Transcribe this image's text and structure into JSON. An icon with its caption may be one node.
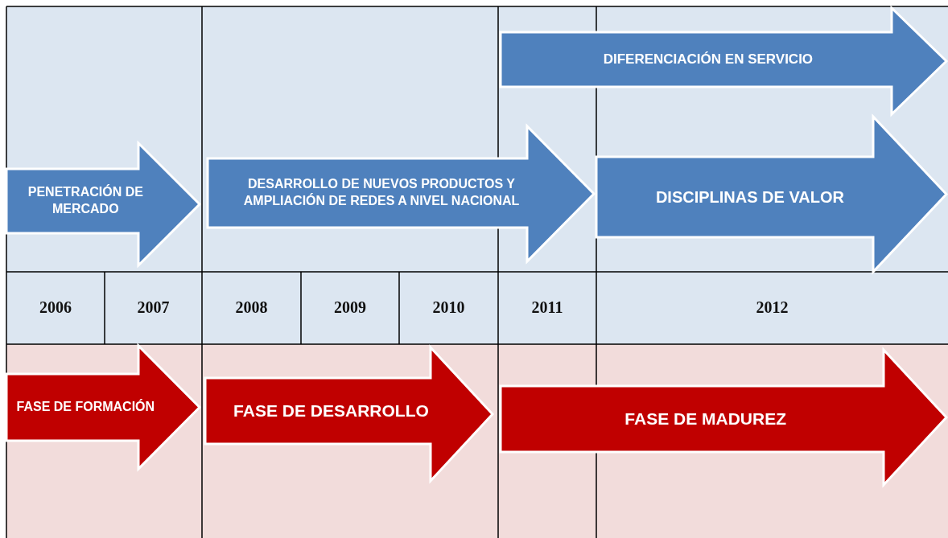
{
  "diagram": {
    "nodes": [
      {
        "text": [
          "DIFERENCIACIÓN EN SERVICIO"
        ]
      },
      {
        "text": [
          "PENETRACIÓN DE MERCADO"
        ]
      },
      {
        "text": [
          "DESARROLLO DE NUEVOS PRODUCTOS Y AMPLIACIÓN DE REDES A NIVEL NACIONAL"
        ]
      },
      {
        "text": [
          "DISCIPLINAS DE VALOR"
        ]
      },
      {
        "text": [
          "FASE DE FORMACIÓN"
        ]
      },
      {
        "text": [
          "FASE DE DESARROLLO"
        ]
      },
      {
        "text": [
          "FASE DE MADUREZ"
        ]
      }
    ],
    "labels": [
      "2006",
      "2007",
      "2008",
      "2009",
      "2010",
      "2011",
      "2012"
    ]
  }
}
